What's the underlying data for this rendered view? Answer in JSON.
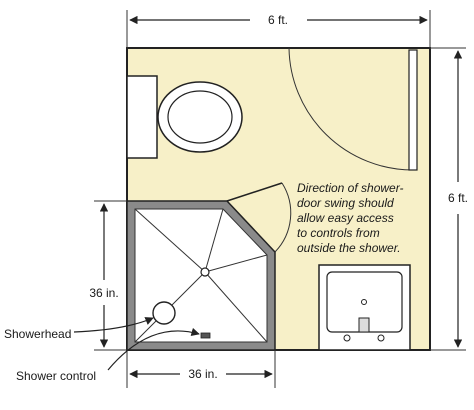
{
  "labels": {
    "width_top": "6 ft.",
    "height_right": "6 ft.",
    "shower_height": "36 in.",
    "shower_width": "36 in.",
    "showerhead": "Showerhead",
    "shower_control": "Shower control",
    "note_lines": [
      "Direction of shower-",
      "door swing should",
      "allow easy access",
      "to controls from",
      "outside the shower."
    ]
  },
  "colors": {
    "floor": "#f7f0c8",
    "shower_fill": "#ffffff",
    "shower_wall": "#8a8a8a",
    "ink": "#222222"
  }
}
